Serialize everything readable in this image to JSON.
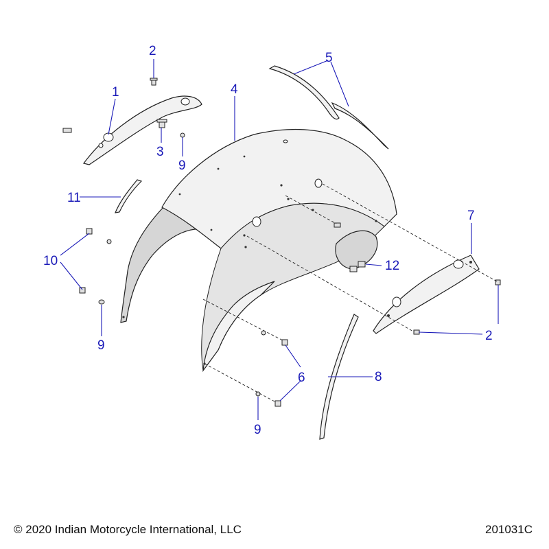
{
  "callouts": {
    "c1": "1",
    "c2a": "2",
    "c2b": "2",
    "c3": "3",
    "c4": "4",
    "c5": "5",
    "c6": "6",
    "c7": "7",
    "c8": "8",
    "c9a": "9",
    "c9b": "9",
    "c9c": "9",
    "c10": "10",
    "c11": "11",
    "c12": "12"
  },
  "footer": {
    "copyright": "© 2020 Indian Motorcycle International, LLC",
    "drawing_number": "201031C"
  },
  "colors": {
    "callout": "#1a1ab8",
    "line_art": "#222222"
  }
}
